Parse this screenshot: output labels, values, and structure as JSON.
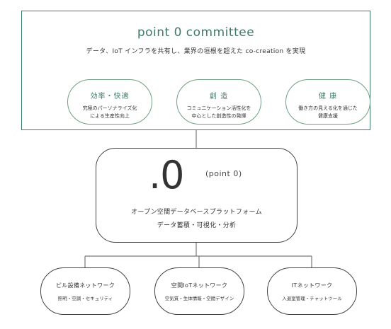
{
  "committee": {
    "title": "point 0 committee",
    "description": "データ、IoT インフラを共有し、業界の垣根を超えた co-creation を実現",
    "values": [
      {
        "title": "効率・快適",
        "desc_line1": "究極のパーソナライズ化",
        "desc_line2": "による生産性向上"
      },
      {
        "title": "創 造",
        "desc_line1": "コミュニケーション活性化を",
        "desc_line2": "中心とした創造性の発揮"
      },
      {
        "title": "健 康",
        "desc_line1": "働き方の見える化を通じた",
        "desc_line2": "健康支援"
      }
    ]
  },
  "platform": {
    "logo": ".0",
    "logo_sub": "(point 0)",
    "line1": "オープン空間データベースプラットフォーム",
    "line2": "データ蓄積・可視化・分析"
  },
  "networks": [
    {
      "title": "ビル設備ネットワーク",
      "desc": "照明・空調・セキュリティ"
    },
    {
      "title": "空間IoTネットワーク",
      "desc": "空気質・生体情報・空間デザイン"
    },
    {
      "title": "ITネットワーク",
      "desc": "入退室管理・チャットツール"
    }
  ],
  "colors": {
    "accent_green": "#3f7a62",
    "pill_green_border": "#6fa082",
    "dark_border": "#444444",
    "connector": "#777777"
  }
}
